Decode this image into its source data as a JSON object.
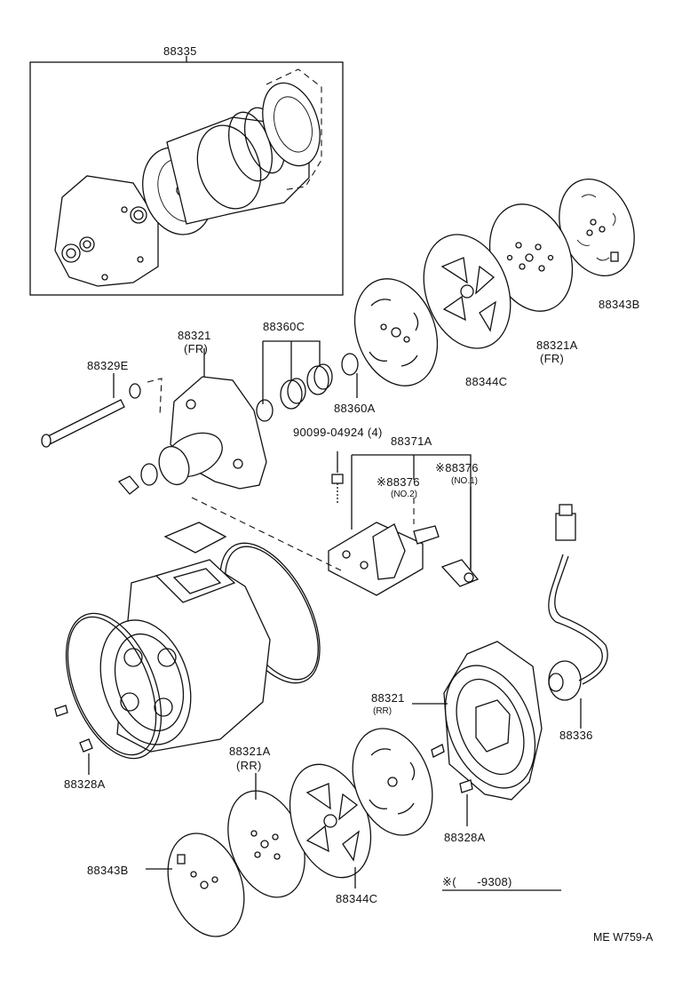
{
  "parts": {
    "p88335": "88335",
    "p88321_fr": "88321",
    "p88321_fr_sub": "(FR)",
    "p88360c": "88360C",
    "p88329e": "88329E",
    "p88360a": "88360A",
    "p88344c_top": "88344C",
    "p88321a_fr": "88321A",
    "p88321a_fr_sub": "(FR)",
    "p88343b_top": "88343B",
    "p90099": "90099-04924 (4)",
    "p88371a": "88371A",
    "p88376_no2": "※88376",
    "p88376_no2_sub": "(NO.2)",
    "p88376_no1": "※88376",
    "p88376_no1_sub": "(NO.1)",
    "p88321_rr": "88321",
    "p88321_rr_sub": "(RR)",
    "p88336": "88336",
    "p88328a_left": "88328A",
    "p88321a_rr": "88321A",
    "p88321a_rr_sub": "(RR)",
    "p88328a_right": "88328A",
    "p88343b_bottom": "88343B",
    "p88344c_bottom": "88344C"
  },
  "note": "※(      -9308)",
  "drawing_code": "ME W759-A"
}
